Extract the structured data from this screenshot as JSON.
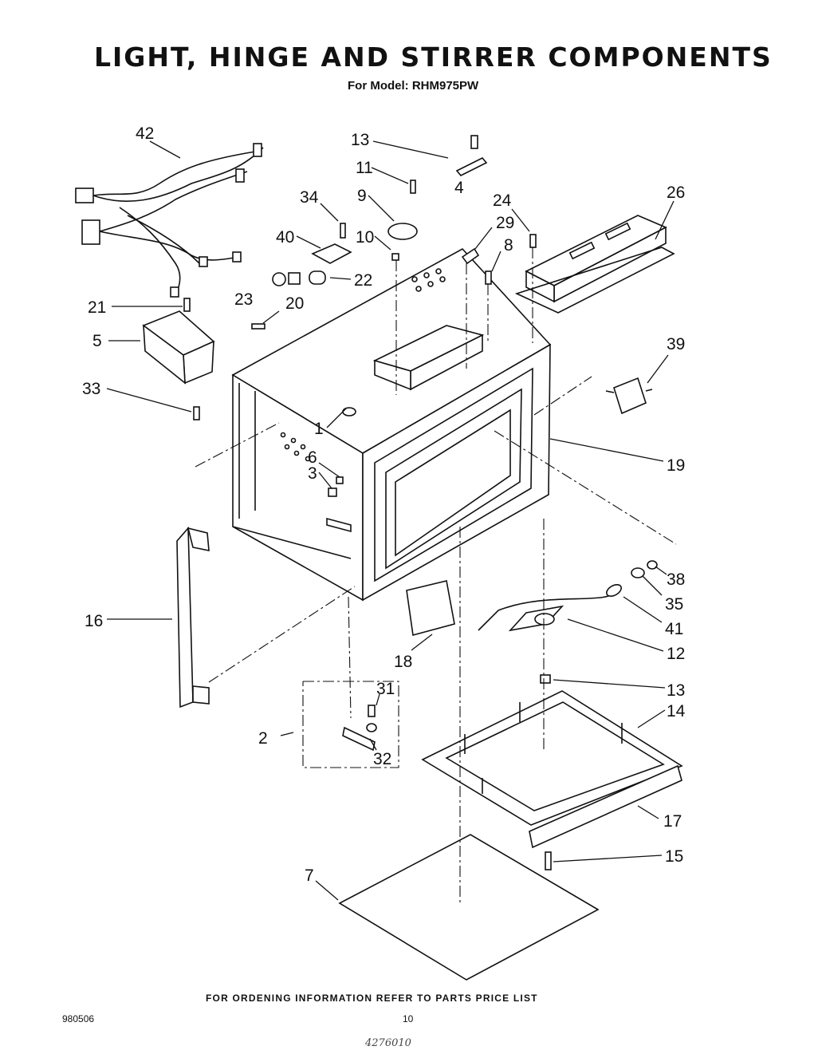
{
  "header": {
    "title": "LIGHT, HINGE AND STIRRER COMPONENTS",
    "subtitle": "For Model: RHM975PW"
  },
  "callouts": [
    {
      "id": "c42",
      "text": "42"
    },
    {
      "id": "c13a",
      "text": "13"
    },
    {
      "id": "c11",
      "text": "11"
    },
    {
      "id": "c4",
      "text": "4"
    },
    {
      "id": "c9",
      "text": "9"
    },
    {
      "id": "c34",
      "text": "34"
    },
    {
      "id": "c40",
      "text": "40"
    },
    {
      "id": "c10",
      "text": "10"
    },
    {
      "id": "c24",
      "text": "24"
    },
    {
      "id": "c29",
      "text": "29"
    },
    {
      "id": "c26",
      "text": "26"
    },
    {
      "id": "c8",
      "text": "8"
    },
    {
      "id": "c22",
      "text": "22"
    },
    {
      "id": "c23",
      "text": "23"
    },
    {
      "id": "c21",
      "text": "21"
    },
    {
      "id": "c20",
      "text": "20"
    },
    {
      "id": "c5",
      "text": "5"
    },
    {
      "id": "c39",
      "text": "39"
    },
    {
      "id": "c33",
      "text": "33"
    },
    {
      "id": "c1",
      "text": "1"
    },
    {
      "id": "c6",
      "text": "6"
    },
    {
      "id": "c3",
      "text": "3"
    },
    {
      "id": "c19",
      "text": "19"
    },
    {
      "id": "c38",
      "text": "38"
    },
    {
      "id": "c35",
      "text": "35"
    },
    {
      "id": "c41",
      "text": "41"
    },
    {
      "id": "c16",
      "text": "16"
    },
    {
      "id": "c12",
      "text": "12"
    },
    {
      "id": "c18",
      "text": "18"
    },
    {
      "id": "c13b",
      "text": "13"
    },
    {
      "id": "c31",
      "text": "31"
    },
    {
      "id": "c14",
      "text": "14"
    },
    {
      "id": "c2",
      "text": "2"
    },
    {
      "id": "c32",
      "text": "32"
    },
    {
      "id": "c17",
      "text": "17"
    },
    {
      "id": "c15",
      "text": "15"
    },
    {
      "id": "c7",
      "text": "7"
    }
  ],
  "footer": {
    "ordering_note": "FOR ORDENING INFORMATION REFER TO PARTS PRICE LIST",
    "doc_number": "980506",
    "page_number": "10",
    "handwritten_note": "4276010"
  }
}
